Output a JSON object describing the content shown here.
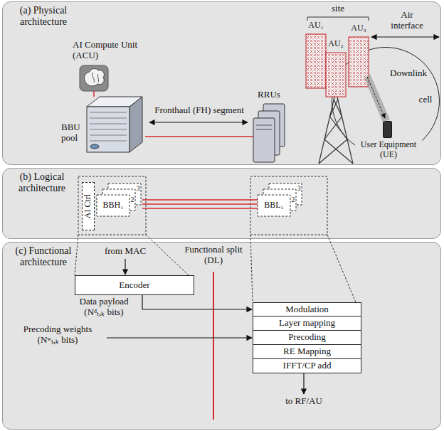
{
  "diagram": {
    "nodes": [
      {
        "text": [
          "(a) Physical architecture"
        ]
      },
      {
        "text": [
          "AI Compute Unit (ACU)"
        ],
        "in": 0
      },
      {
        "text": [
          "BBU pool"
        ],
        "in": 0
      },
      {
        "text": [
          "RRUs"
        ],
        "in": 0
      },
      {
        "text": [
          "AU₁"
        ],
        "in": 0
      },
      {
        "text": [
          "AU₂"
        ],
        "in": 0
      },
      {
        "text": [
          "AU₃"
        ],
        "in": 0
      },
      {
        "text": [
          "cell"
        ],
        "in": 0
      },
      {
        "text": [
          "User Equipment (UE)"
        ],
        "in": 7
      },
      {
        "text": [
          "(b) Logical architecture"
        ]
      },
      {
        "text": [
          "AI Ctrl"
        ],
        "in": 9
      },
      {
        "text": [
          "BBH₁",
          "2",
          "3"
        ],
        "in": 9
      },
      {
        "text": [
          "BBL₁",
          "2",
          "3"
        ],
        "in": 9
      },
      {
        "text": [
          "(c) Functional architecture"
        ]
      },
      {
        "text": [
          "Encoder"
        ],
        "in": 13
      },
      {
        "text": [
          "Modulation"
        ],
        "in": 13
      },
      {
        "text": [
          "Layer mapping"
        ],
        "in": 13
      },
      {
        "text": [
          "Precoding"
        ],
        "in": 13
      },
      {
        "text": [
          "RE Mapping"
        ],
        "in": 13
      },
      {
        "text": [
          "IFFT/CP add"
        ],
        "in": 13
      }
    ],
    "edges": [
      {
        "from": 1,
        "to": 2,
        "arrow": "none"
      },
      {
        "from": 2,
        "to": 3,
        "arrow": "none"
      },
      {
        "from": 11,
        "to": 12,
        "arrow": "none"
      },
      {
        "from": 14,
        "to": 15,
        "arrow": "to"
      }
    ],
    "labels": [
      "site",
      "Air interface",
      "Downlink",
      "Fronthaul (FH) segment",
      "from MAC",
      "Functional split (DL)",
      "Data payload (Nᵈₜ,ₖ bits)",
      "Precoding weights (Nʷₜ,ₖ bits)",
      "to RF/AU"
    ]
  }
}
